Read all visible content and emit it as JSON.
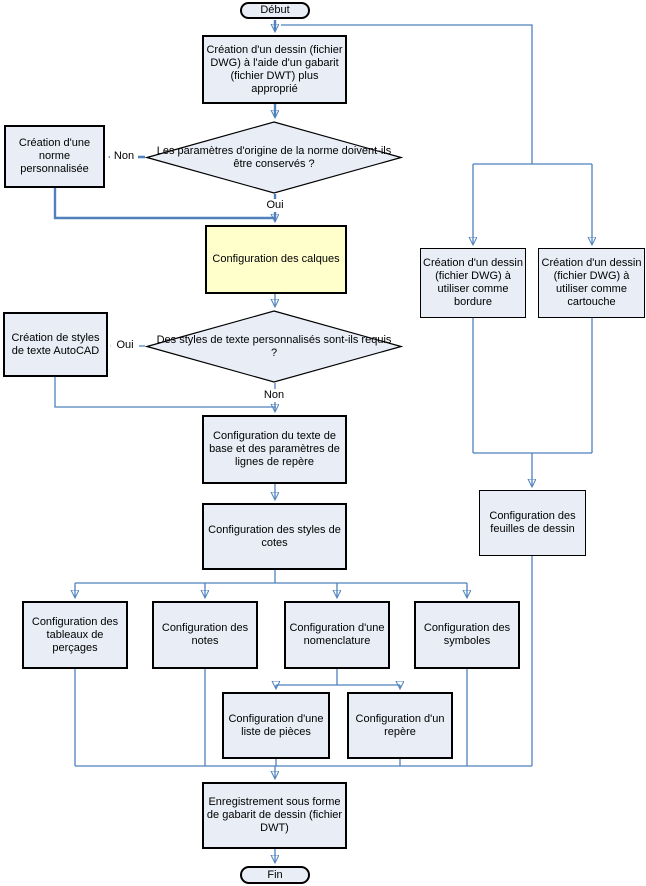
{
  "diagram": {
    "colors": {
      "connector_blue": "#4f81bd",
      "node_fill": "#e8edf6",
      "highlight_fill": "#ffffcc",
      "border": "#000000",
      "background": "#ffffff"
    },
    "nodes": {
      "start": "Début",
      "create_drawing": "Création d'un dessin (fichier DWG) à l'aide d'un gabarit (fichier DWT) plus approprié",
      "keep_standard_q": "Les paramètres d'origine de la norme doivent-ils être conservés ?",
      "custom_standard": "Création d'une norme personnalisée",
      "layers": "Configuration des calques",
      "text_styles_q": "Des styles de texte personnalisés sont-ils requis ?",
      "autocad_text_styles": "Création de styles de texte AutoCAD",
      "base_text": "Configuration du texte de base et des paramètres de lignes de repère",
      "dim_styles": "Configuration des styles de cotes",
      "border_dwg": "Création d'un dessin (fichier DWG) à utiliser comme bordure",
      "titleblock_dwg": "Création d'un dessin (fichier DWG) à utiliser comme cartouche",
      "sheets": "Configuration des feuilles de dessin",
      "hole_tables": "Configuration des tableaux de perçages",
      "notes": "Configuration des notes",
      "bom": "Configuration d'une nomenclature",
      "symbols": "Configuration des symboles",
      "parts_list": "Configuration d'une liste de pièces",
      "balloon": "Configuration d'un repère",
      "save_template": "Enregistrement sous forme de gabarit de dessin (fichier DWT)",
      "end": "Fin"
    },
    "edge_labels": {
      "no1": "Non",
      "yes1": "Oui",
      "yes2": "Oui",
      "no2": "Non"
    }
  }
}
